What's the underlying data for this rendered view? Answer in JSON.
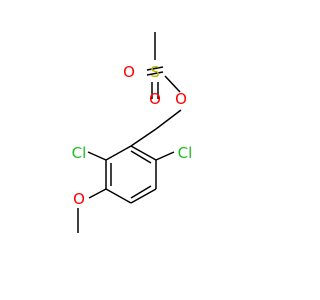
{
  "molecule": {
    "atoms": {
      "methyl_top": {
        "element": "C",
        "label": ""
      },
      "sulfur": {
        "element": "S",
        "label": "S",
        "color": "#B8B800"
      },
      "oxygen_left": {
        "element": "O",
        "label": "O",
        "color": "#FF0000"
      },
      "oxygen_bottom": {
        "element": "O",
        "label": "O",
        "color": "#FF0000"
      },
      "oxygen_ester": {
        "element": "O",
        "label": "O",
        "color": "#FF0000"
      },
      "chlorine_left": {
        "element": "Cl",
        "label": "Cl",
        "color": "#1FBF1F"
      },
      "chlorine_right": {
        "element": "Cl",
        "label": "Cl",
        "color": "#1FBF1F"
      },
      "oxygen_methoxy": {
        "element": "O",
        "label": "O",
        "color": "#FF0000"
      },
      "methyl_bottom": {
        "element": "C",
        "label": ""
      }
    },
    "bond_color": "#000000"
  }
}
